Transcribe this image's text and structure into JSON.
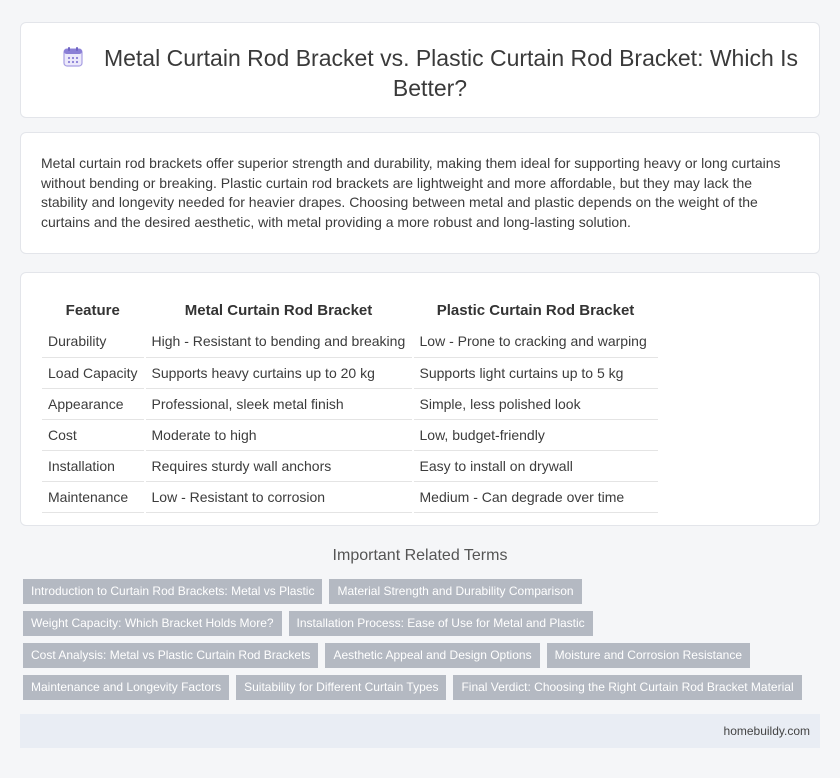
{
  "header": {
    "title": "Metal Curtain Rod Bracket vs. Plastic Curtain Rod Bracket: Which Is Better?",
    "icon": "calendar-icon"
  },
  "intro": {
    "text": "Metal curtain rod brackets offer superior strength and durability, making them ideal for supporting heavy or long curtains without bending or breaking. Plastic curtain rod brackets are lightweight and more affordable, but they may lack the stability and longevity needed for heavier drapes. Choosing between metal and plastic depends on the weight of the curtains and the desired aesthetic, with metal providing a more robust and long-lasting solution."
  },
  "table": {
    "headers": [
      "Feature",
      "Metal Curtain Rod Bracket",
      "Plastic Curtain Rod Bracket"
    ],
    "rows": [
      [
        "Durability",
        "High - Resistant to bending and breaking",
        "Low - Prone to cracking and warping"
      ],
      [
        "Load Capacity",
        "Supports heavy curtains up to 20 kg",
        "Supports light curtains up to 5 kg"
      ],
      [
        "Appearance",
        "Professional, sleek metal finish",
        "Simple, less polished look"
      ],
      [
        "Cost",
        "Moderate to high",
        "Low, budget-friendly"
      ],
      [
        "Installation",
        "Requires sturdy wall anchors",
        "Easy to install on drywall"
      ],
      [
        "Maintenance",
        "Low - Resistant to corrosion",
        "Medium - Can degrade over time"
      ]
    ]
  },
  "related": {
    "title": "Important Related Terms",
    "rows": [
      [
        "Introduction to Curtain Rod Brackets: Metal vs Plastic",
        "Material Strength and Durability Comparison"
      ],
      [
        "Weight Capacity: Which Bracket Holds More?",
        "Installation Process: Ease of Use for Metal and Plastic"
      ],
      [
        "Cost Analysis: Metal vs Plastic Curtain Rod Brackets",
        "Aesthetic Appeal and Design Options",
        "Moisture and Corrosion Resistance"
      ],
      [
        "Maintenance and Longevity Factors",
        "Suitability for Different Curtain Types",
        "Final Verdict: Choosing the Right Curtain Rod Bracket Material"
      ]
    ]
  },
  "footer": {
    "site": "homebuildy.com"
  },
  "colors": {
    "background": "#f5f6f8",
    "card": "#ffffff",
    "tag": "#b4b9c2",
    "footer": "#e9edf4",
    "icon_accent": "#8a7fd6"
  }
}
